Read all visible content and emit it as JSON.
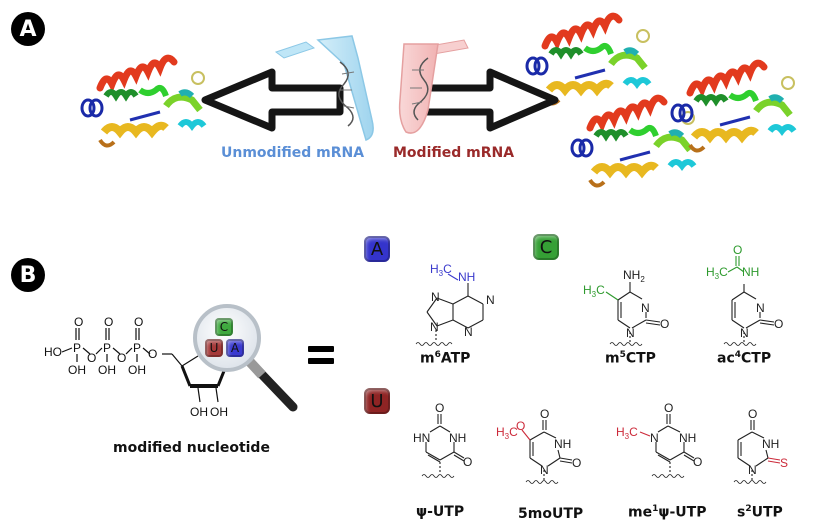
{
  "panels": {
    "a": {
      "label": "A",
      "unmodified_label": "Unmodified mRNA",
      "modified_label": "Modified mRNA",
      "colors": {
        "unmodified": "#5b8fd6",
        "modified": "#9a2a2a",
        "tube_blue": "#aadcf2",
        "tube_pink": "#f6c2c2"
      }
    },
    "b": {
      "label": "B",
      "nucleotide_caption": "modified nucleotide",
      "equals": "=",
      "magnifier_bases": [
        "C",
        "U",
        "A"
      ],
      "groups": [
        {
          "base": "A",
          "color": "#3a3acc",
          "molecules": [
            {
              "name_prefix": "m",
              "name_sup": "6",
              "name_suffix": "ATP",
              "substituent": "H3C–NH"
            }
          ]
        },
        {
          "base": "C",
          "color": "#2e9a2e",
          "molecules": [
            {
              "name_prefix": "m",
              "name_sup": "5",
              "name_suffix": "CTP",
              "substituent": "H3C"
            },
            {
              "name_prefix": "ac",
              "name_sup": "4",
              "name_suffix": "CTP",
              "substituent": "H3C–C(=O)–NH"
            }
          ]
        },
        {
          "base": "U",
          "color": "#8b1f1f",
          "molecules": [
            {
              "name_prefix": "ψ-UTP",
              "name_sup": "",
              "name_suffix": "",
              "substituent": ""
            },
            {
              "name_prefix": "5moUTP",
              "name_sup": "",
              "name_suffix": "",
              "substituent": "H3C–O"
            },
            {
              "name_prefix": "me",
              "name_sup": "1",
              "name_suffix": "ψ-UTP",
              "substituent": "H3C"
            },
            {
              "name_prefix": "s",
              "name_sup": "2",
              "name_suffix": "UTP",
              "substituent": "S"
            }
          ]
        }
      ],
      "atom_labels": {
        "oh": "OH",
        "ho": "HO",
        "o": "O",
        "p": "P",
        "n": "N",
        "nh": "NH",
        "hn": "HN",
        "nh2": "NH",
        "h3c": "H",
        "s": "S"
      },
      "substituent_colors": {
        "a": "#3a3acc",
        "c": "#2e9a2e",
        "u": "#cc2a3a"
      }
    }
  }
}
